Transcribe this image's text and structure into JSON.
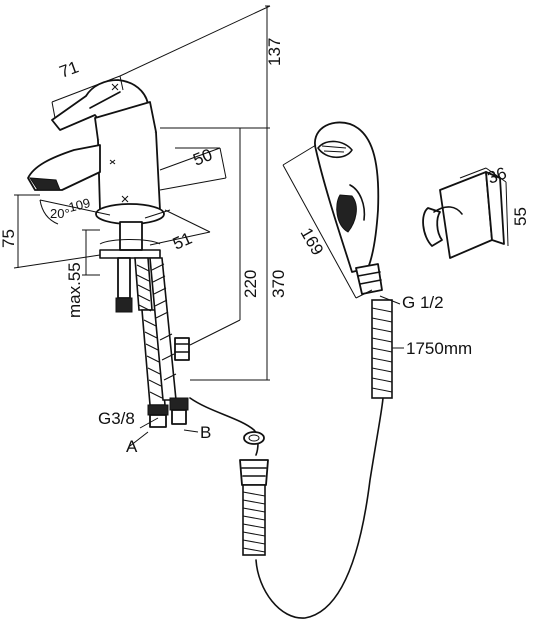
{
  "dimensions": {
    "handle_width": "71",
    "total_height": "137",
    "spout_reach": "50",
    "base_diameter": "51",
    "spout_height": "75",
    "spout_angle": "20°",
    "spout_length": "109",
    "counter_thickness": "max.55",
    "under_height": "220",
    "hose_height": "370",
    "head_length": "169",
    "holder_width": "36",
    "holder_height": "55"
  },
  "labels": {
    "outlet_thread": "G 1/2",
    "hose_length": "1750mm",
    "inlet_thread": "G3/8",
    "inlet_a": "A",
    "inlet_b": "B"
  }
}
